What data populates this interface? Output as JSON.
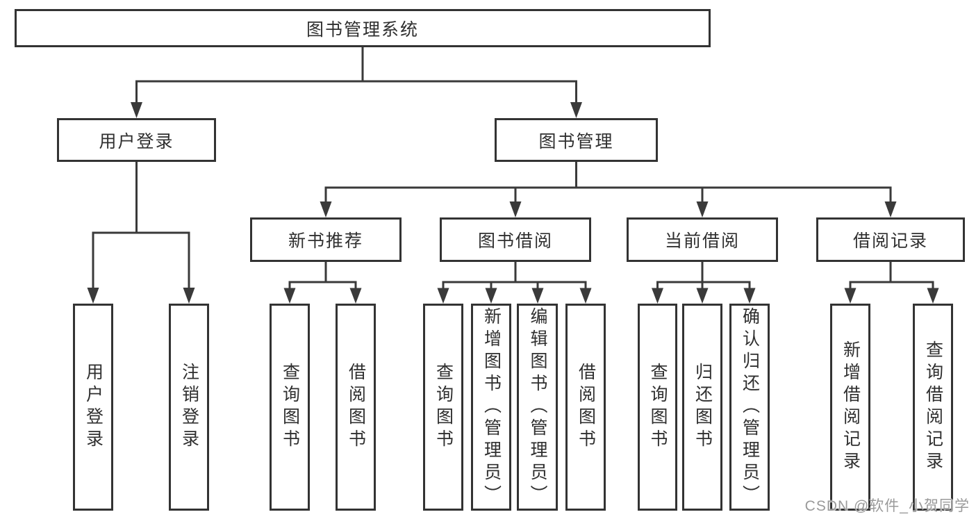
{
  "colors": {
    "line": "#3a3a3a",
    "border": "#333333",
    "text": "#2f2f2f",
    "watermark": "#9a9a9a",
    "background": "#ffffff"
  },
  "root": {
    "label": "图书管理系统"
  },
  "branches": [
    {
      "label": "用户登录",
      "children": [
        "用户登录",
        "注销登录"
      ]
    },
    {
      "label": "图书管理",
      "children": [
        {
          "label": "新书推荐",
          "children": [
            "查询图书",
            "借阅图书"
          ]
        },
        {
          "label": "图书借阅",
          "children": [
            "查询图书",
            "新增图书（管理员）",
            "编辑图书（管理员）",
            "借阅图书"
          ]
        },
        {
          "label": "当前借阅",
          "children": [
            "查询图书",
            "归还图书",
            "确认归还（管理员）"
          ]
        },
        {
          "label": "借阅记录",
          "children": [
            "新增借阅记录",
            "查询借阅记录"
          ]
        }
      ]
    }
  ],
  "watermark": "CSDN @软件_小贺同学"
}
